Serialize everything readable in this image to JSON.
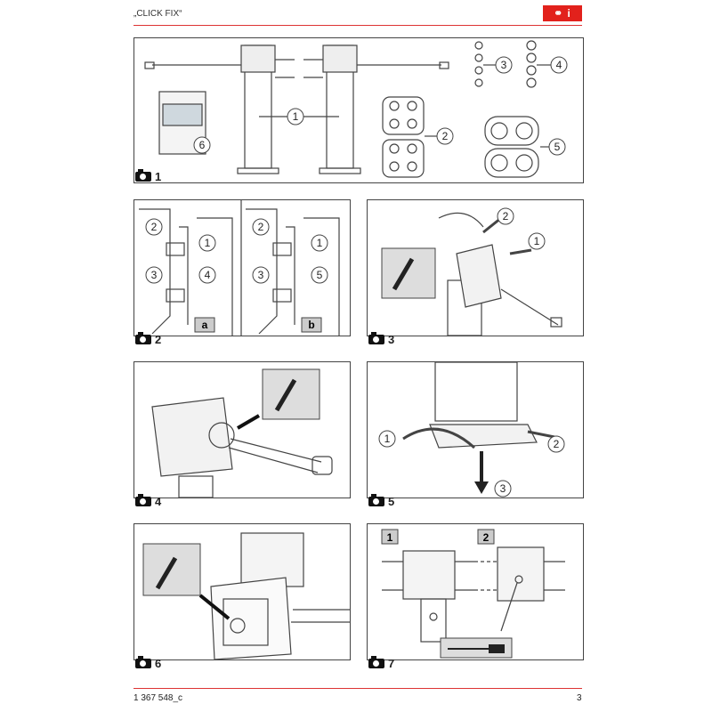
{
  "header": {
    "title": "„CLICK FIX“",
    "logo_text": "⚭ i"
  },
  "figures": [
    {
      "number": "1",
      "callouts": [
        "1",
        "2",
        "3",
        "4",
        "5",
        "6"
      ]
    },
    {
      "number": "2",
      "callouts": [
        "2",
        "1",
        "3",
        "4",
        "2",
        "1",
        "3",
        "5"
      ],
      "sublabels": [
        "a",
        "b"
      ]
    },
    {
      "number": "3",
      "callouts": [
        "2",
        "1"
      ]
    },
    {
      "number": "4",
      "callouts": []
    },
    {
      "number": "5",
      "callouts": [
        "1",
        "2",
        "3"
      ]
    },
    {
      "number": "6",
      "callouts": []
    },
    {
      "number": "7",
      "callouts": [],
      "sublabels": [
        "1",
        "2"
      ]
    }
  ],
  "footer": {
    "doc_code": "1 367 548_c",
    "page": "3"
  },
  "colors": {
    "brand": "#e2211c",
    "line": "#444444"
  }
}
